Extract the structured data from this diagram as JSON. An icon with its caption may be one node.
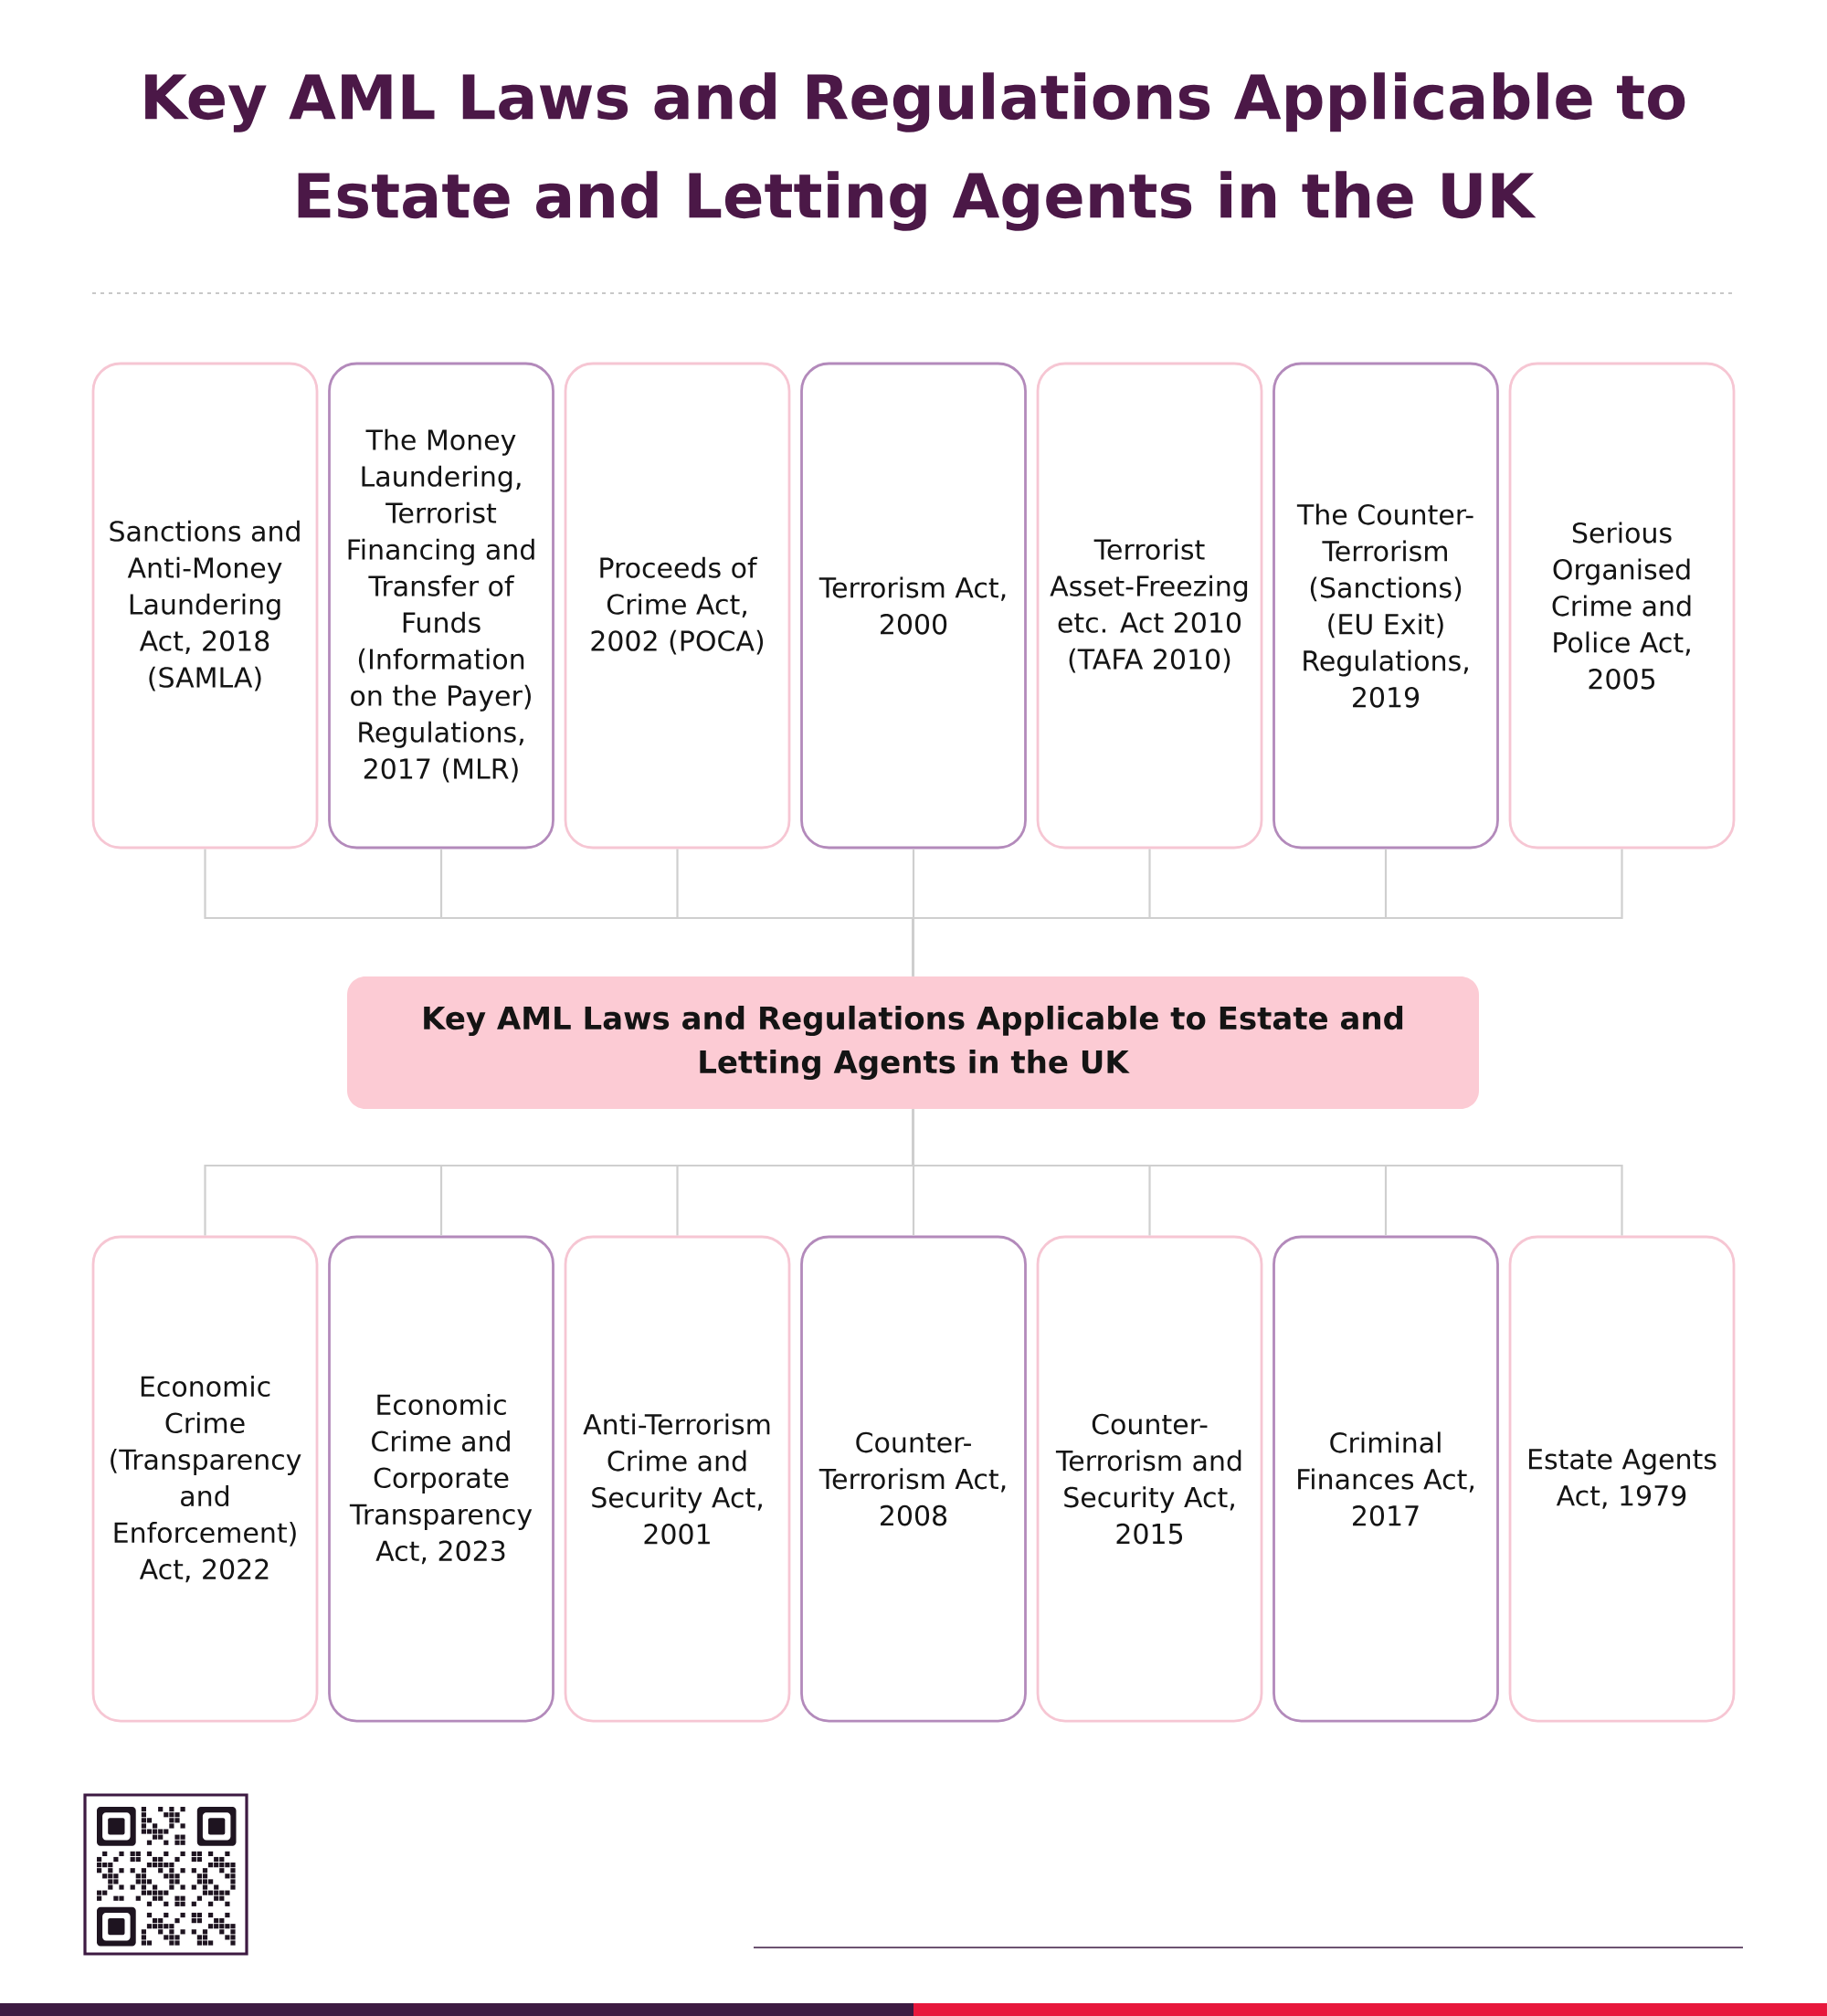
{
  "diagram": {
    "title": "Key AML Laws and Regulations Applicable to Estate and Letting Agents in the UK",
    "nodes": [
      {
        "text": [
          "Sanctions and Anti-Money Laundering Act, 2018 (SAMLA)"
        ]
      },
      {
        "text": [
          "The Money Laundering, Terrorist Financing and Transfer of Funds (Information on the Payer) Regulations, 2017 (MLR)"
        ]
      },
      {
        "text": [
          "Proceeds of Crime Act, 2002 (POCA)"
        ]
      },
      {
        "text": [
          "Terrorism Act, 2000"
        ]
      },
      {
        "text": [
          "Terrorist Asset-Freezing etc. Act 2010 (TAFA 2010)"
        ]
      },
      {
        "text": [
          "The Counter-Terrorism (Sanctions) (EU Exit) Regulations, 2019"
        ]
      },
      {
        "text": [
          "Serious Organised Crime and Police Act, 2005"
        ]
      },
      {
        "text": [
          "Key AML Laws and Regulations Applicable to Estate and Letting Agents in the UK"
        ]
      },
      {
        "text": [
          "Economic Crime (Transparency and Enforcement) Act, 2022"
        ]
      },
      {
        "text": [
          "Economic Crime and Corporate Transparency Act, 2023"
        ]
      },
      {
        "text": [
          "Anti-Terrorism Crime and Security Act, 2001"
        ]
      },
      {
        "text": [
          "Counter-Terrorism Act, 2008"
        ]
      },
      {
        "text": [
          "Counter-Terrorism and Security Act, 2015"
        ]
      },
      {
        "text": [
          "Criminal Finances Act, 2017"
        ]
      },
      {
        "text": [
          "Estate Agents Act, 1979"
        ]
      }
    ],
    "edges": [
      {
        "from": 7,
        "to": 0,
        "arrow": "none"
      },
      {
        "from": 7,
        "to": 1,
        "arrow": "none"
      },
      {
        "from": 7,
        "to": 2,
        "arrow": "none"
      },
      {
        "from": 7,
        "to": 3,
        "arrow": "none"
      },
      {
        "from": 7,
        "to": 4,
        "arrow": "none"
      },
      {
        "from": 7,
        "to": 5,
        "arrow": "none"
      },
      {
        "from": 7,
        "to": 6,
        "arrow": "none"
      },
      {
        "from": 7,
        "to": 8,
        "arrow": "none"
      },
      {
        "from": 7,
        "to": 9,
        "arrow": "none"
      },
      {
        "from": 7,
        "to": 10,
        "arrow": "none"
      },
      {
        "from": 7,
        "to": 11,
        "arrow": "none"
      },
      {
        "from": 7,
        "to": 12,
        "arrow": "none"
      },
      {
        "from": 7,
        "to": 13,
        "arrow": "none"
      },
      {
        "from": 7,
        "to": 14,
        "arrow": "none"
      }
    ]
  }
}
